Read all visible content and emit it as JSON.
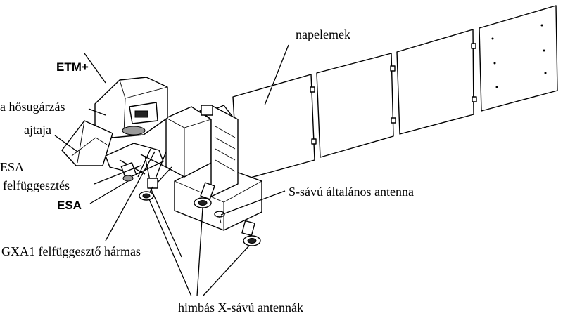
{
  "labels": {
    "solar_panels": "napelemek",
    "etm": "ETM+",
    "cooler_door_line1": "a hősugárzás",
    "cooler_door_line2": "ajtaja",
    "esa_suspension_line1": "ESA",
    "esa_suspension_line2": "felfüggesztés",
    "esa": "ESA",
    "s_band_antenna": "S-sávú általános antenna",
    "gxa1_tripod": "GXA1 felfüggesztő hármas",
    "gimbaled_x_band": "himbás X-sávú antennák"
  },
  "colors": {
    "line": "#000000",
    "background": "#ffffff"
  }
}
